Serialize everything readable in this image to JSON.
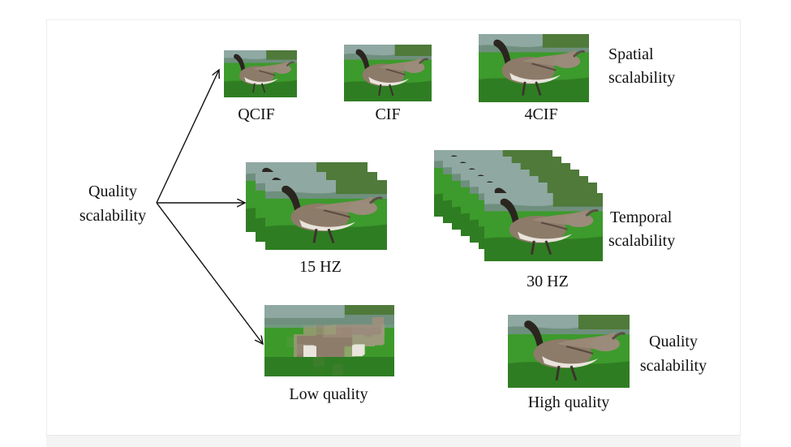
{
  "labels": {
    "qcif": "QCIF",
    "cif": "CIF",
    "fourcif": "4CIF",
    "spatial_line1": "Spatial",
    "spatial_line2": "scalability",
    "quality_left_line1": "Quality",
    "quality_left_line2": "scalability",
    "hz15": "15 HZ",
    "hz30": "30 HZ",
    "temporal_line1": "Temporal",
    "temporal_line2": "scalability",
    "low_quality": "Low quality",
    "high_quality": "High quality",
    "quality_right_line1": "Quality",
    "quality_right_line2": "scalability"
  },
  "colors": {
    "grass": "#3d9a2c",
    "grass_dark": "#2f7d22",
    "water": "#8fa8a2",
    "goose_body": "#8d7b6a",
    "goose_dark": "#3b332c",
    "arrow": "#111111"
  },
  "temporal_frames": {
    "hz15_count": 3,
    "hz30_count": 7
  },
  "quality_levels": {
    "low": "pixelated",
    "high": "sharp"
  }
}
